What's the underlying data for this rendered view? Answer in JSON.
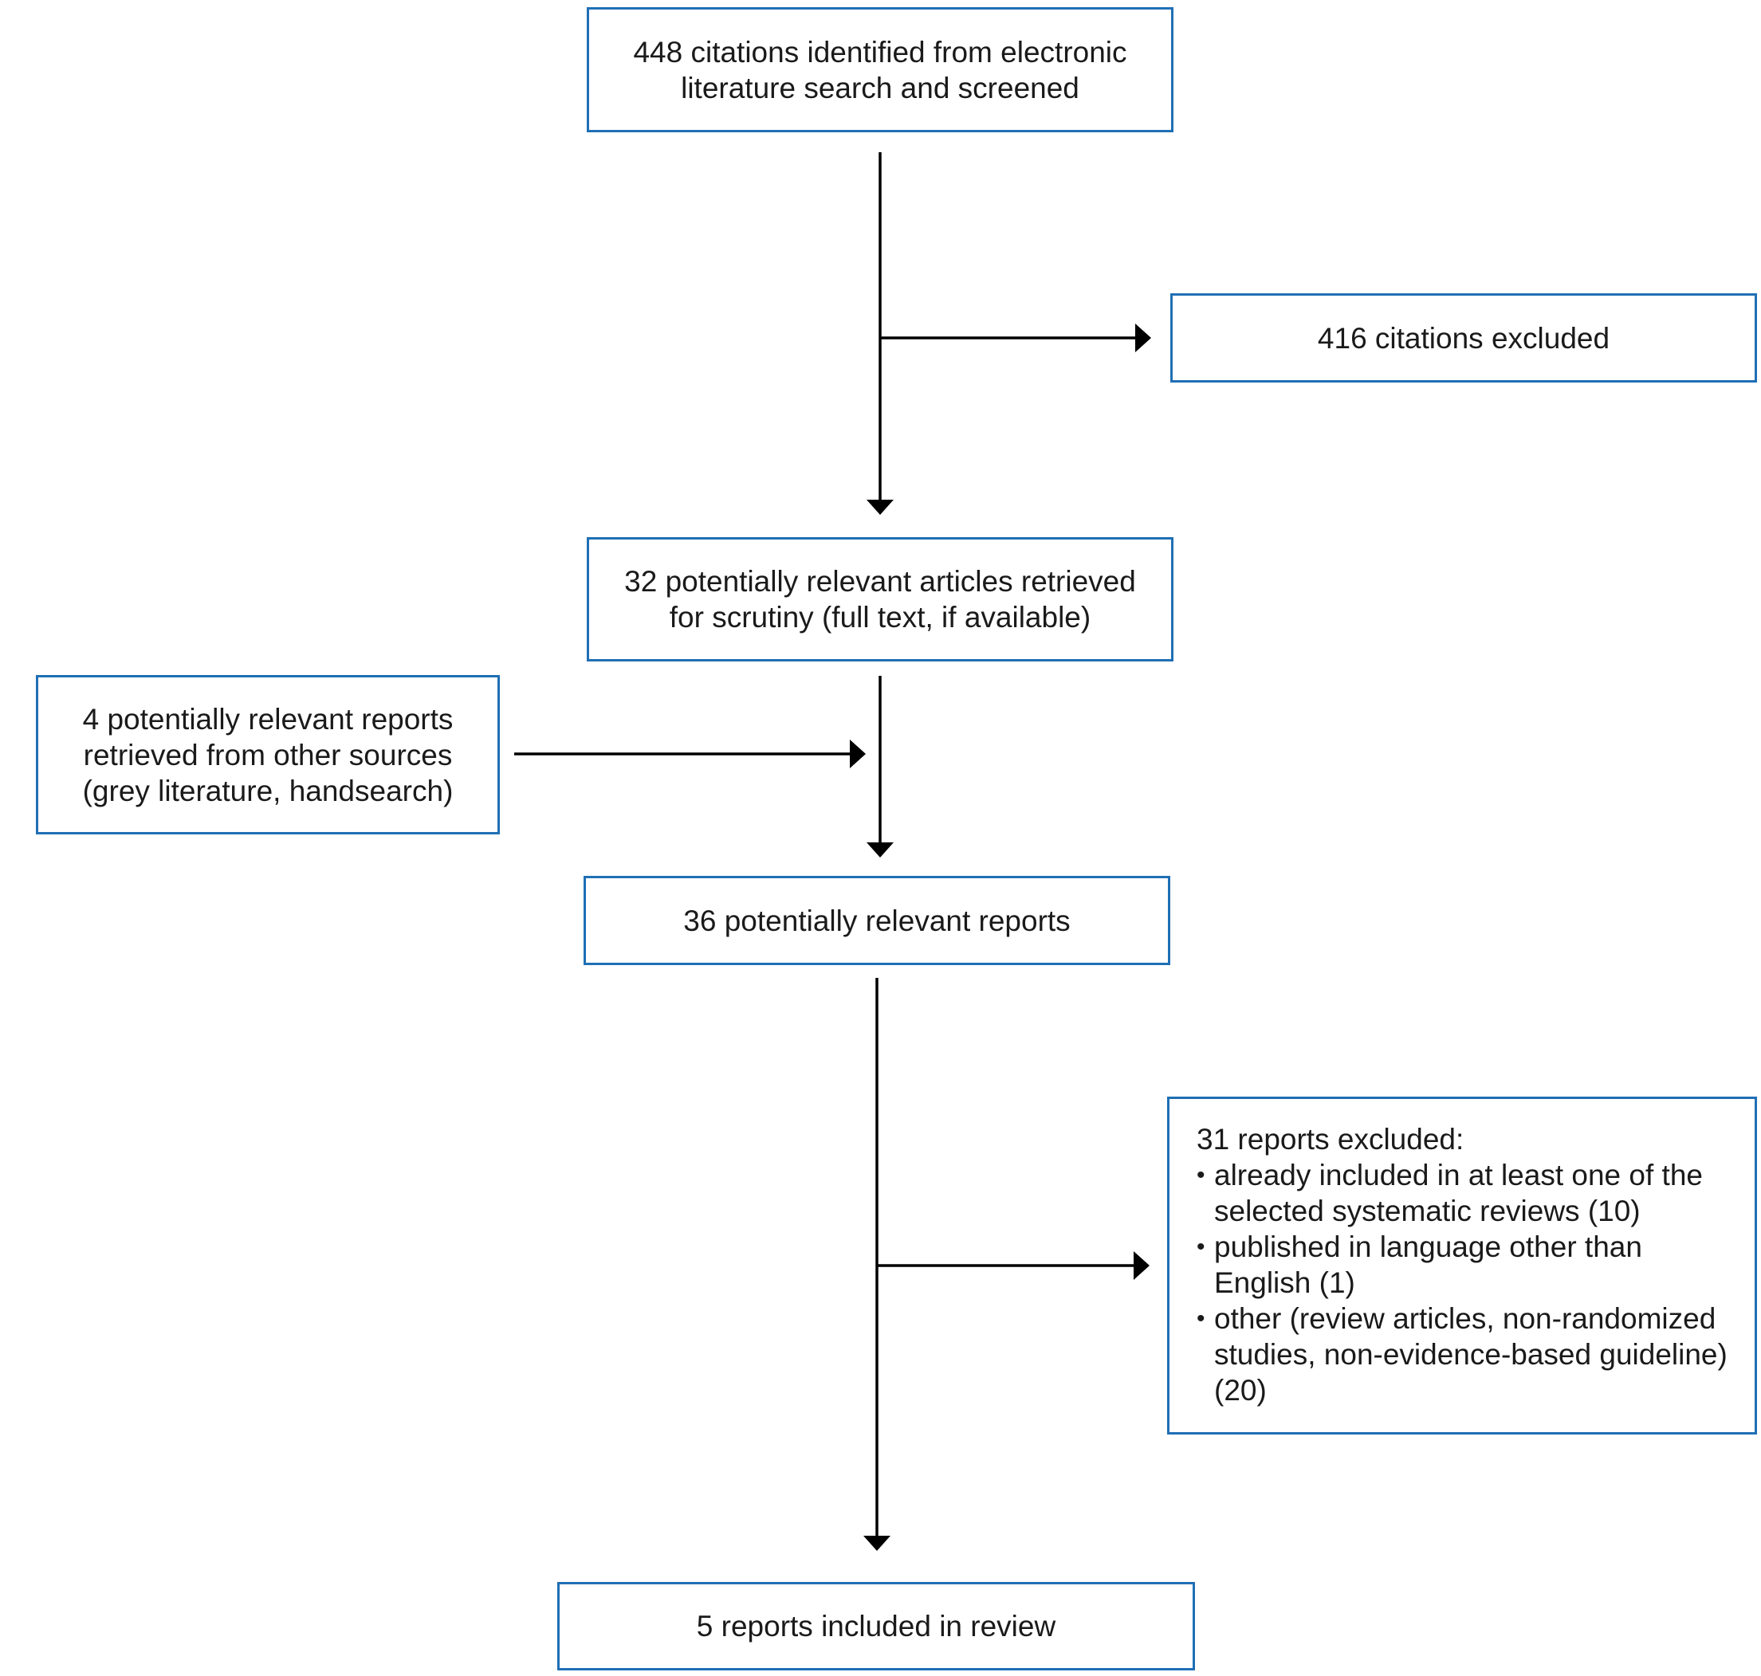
{
  "boxes": {
    "identified": "448 citations identified from electronic\nliterature search and screened",
    "excluded_citations": "416 citations excluded",
    "retrieved": "32 potentially relevant articles retrieved\nfor scrutiny (full text, if available)",
    "other_sources": "4 potentially relevant reports\nretrieved from other sources\n(grey literature, handsearch)",
    "potentially_relevant": "36 potentially relevant reports",
    "excluded_reports": {
      "heading": "31 reports excluded:",
      "items": [
        "already included in at least one of the selected systematic reviews (10)",
        "published in language other than English (1)",
        "other (review articles, non-randomized studies, non-evidence-based guideline) (20)"
      ]
    },
    "included": "5 reports included in review"
  },
  "colors": {
    "box_border": "#1f6fb5",
    "arrow": "#000000"
  }
}
